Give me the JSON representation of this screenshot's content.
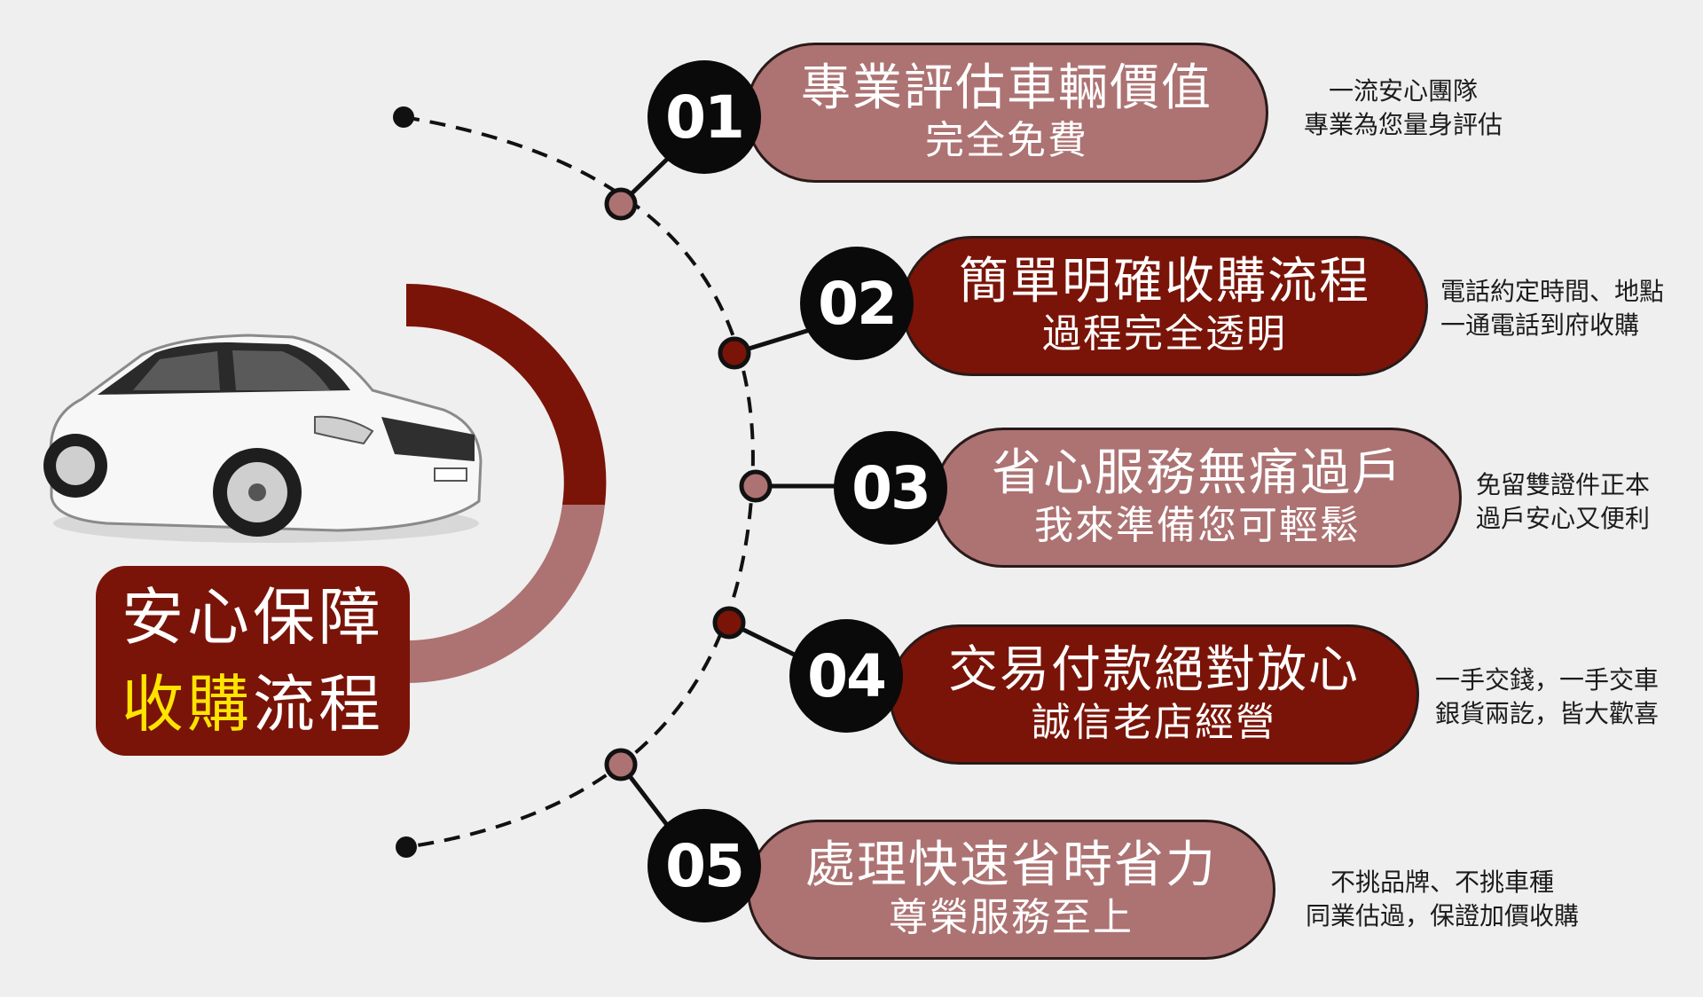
{
  "colors": {
    "dark": "#7a1408",
    "light": "#ad7272",
    "highlight": "#ffe400",
    "circle": "#0a0a0a"
  },
  "badge": {
    "line1": "安心保障",
    "line2_highlight": "收購",
    "line2_rest": "流程"
  },
  "steps": [
    {
      "num": "01",
      "title": "專業評估車輛價值",
      "sub": "完全免費",
      "desc1": "一流安心團隊",
      "desc2": "專業為您量身評估",
      "tone": "light"
    },
    {
      "num": "02",
      "title": "簡單明確收購流程",
      "sub": "過程完全透明",
      "desc1": "電話約定時間、地點",
      "desc2": "一通電話到府收購",
      "tone": "dark"
    },
    {
      "num": "03",
      "title": "省心服務無痛過戶",
      "sub": "我來準備您可輕鬆",
      "desc1": "免留雙證件正本",
      "desc2": "過戶安心又便利",
      "tone": "light"
    },
    {
      "num": "04",
      "title": "交易付款絕對放心",
      "sub": "誠信老店經營",
      "desc1": "一手交錢，一手交車",
      "desc2": "銀貨兩訖，皆大歡喜",
      "tone": "dark"
    },
    {
      "num": "05",
      "title": "處理快速省時省力",
      "sub": "尊榮服務至上",
      "desc1": "不挑品牌、不挑車種",
      "desc2": "同業估過，保證加價收購",
      "tone": "light"
    }
  ]
}
